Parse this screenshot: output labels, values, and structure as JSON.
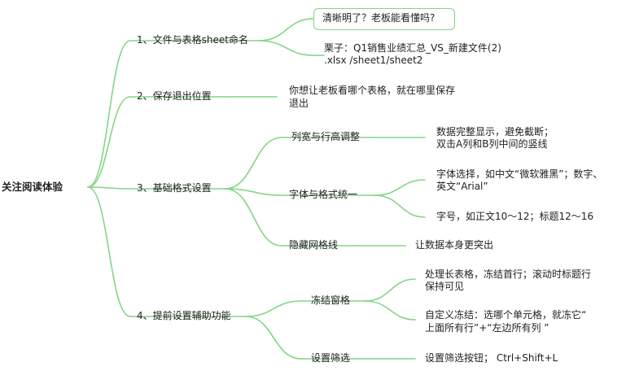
{
  "mindmap": {
    "root": "关注阅读体验",
    "branches": [
      {
        "label": "1、文件与表格sheet命名",
        "children": [
          {
            "label": "清晰明了？老板能看懂吗?"
          },
          {
            "lines": [
              "栗子：Q1销售业绩汇总_VS_新建文件(2)",
              ".xlsx /sheet1/sheet2"
            ]
          }
        ]
      },
      {
        "label": "2、保存退出位置",
        "children": [
          {
            "lines": [
              "你想让老板看哪个表格，就在哪里保存",
              "退出"
            ]
          }
        ]
      },
      {
        "label": "3、基础格式设置",
        "children": [
          {
            "label": "列宽与行高调整",
            "children": [
              {
                "lines": [
                  "数据完整显示，避免截断；",
                  "双击A列和B列中间的竖线"
                ]
              }
            ]
          },
          {
            "label": "字体与格式统一",
            "children": [
              {
                "lines": [
                  "字体选择，如中文“微软雅黑”；数字、",
                  "英文“Arial”"
                ]
              },
              {
                "label": "字号，如正文10～12；标题12～16"
              }
            ]
          },
          {
            "label": "隐藏网格线",
            "children": [
              {
                "label": "让数据本身更突出"
              }
            ]
          }
        ]
      },
      {
        "label": "4、提前设置辅助功能",
        "children": [
          {
            "label": "冻结窗格",
            "children": [
              {
                "lines": [
                  "处理长表格，冻结首行；滚动时标题行",
                  "保持可见"
                ]
              },
              {
                "lines": [
                  "自定义冻结：选哪个单元格，就冻它“",
                  "上面所有行”+“左边所有列 ”"
                ]
              }
            ]
          },
          {
            "label": "设置筛选",
            "children": [
              {
                "label": "设置筛选按钮； Ctrl+Shift+L"
              }
            ]
          }
        ]
      }
    ]
  },
  "colors": {
    "edge": "#83d686",
    "text": "#1f1f1f",
    "box_border": "#83d686"
  }
}
